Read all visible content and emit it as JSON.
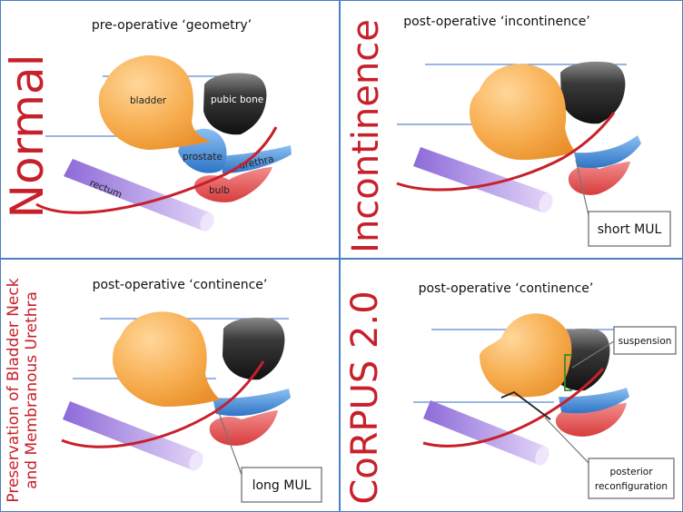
{
  "panels": {
    "normal": {
      "title": "pre-operative ‘geometry’",
      "side_label": "Normal",
      "organs": {
        "bladder": "bladder",
        "pubic_bone": "pubic bone",
        "prostate": "prostate",
        "urethra": "urethra",
        "rectum": "rectum",
        "bulb": "bulb"
      }
    },
    "incontinence": {
      "title": "post-operative ‘incontinence’",
      "side_label": "Incontinence",
      "callout": "short MUL"
    },
    "preservation": {
      "title": "post-operative ‘continence’",
      "side_label_line1": "Preservation of Bladder Neck",
      "side_label_line2": "and Membranous Urethra",
      "callout": "long MUL"
    },
    "corpus": {
      "title": "post-operative ‘continence’",
      "side_label": "CoRPUS 2.0",
      "callout_top": "suspension",
      "callout_bottom_line1": "posterior",
      "callout_bottom_line2": "reconfiguration"
    }
  },
  "colors": {
    "divider": "#4a7fc1",
    "accent_red": "#c8202a",
    "bladder": "#f7ad4f",
    "pubic_bone": "#333333",
    "prostate": "#4f95dd",
    "urethra": "#4f95dd",
    "bulb": "#e25a5a",
    "rectum": "#a98be0"
  }
}
